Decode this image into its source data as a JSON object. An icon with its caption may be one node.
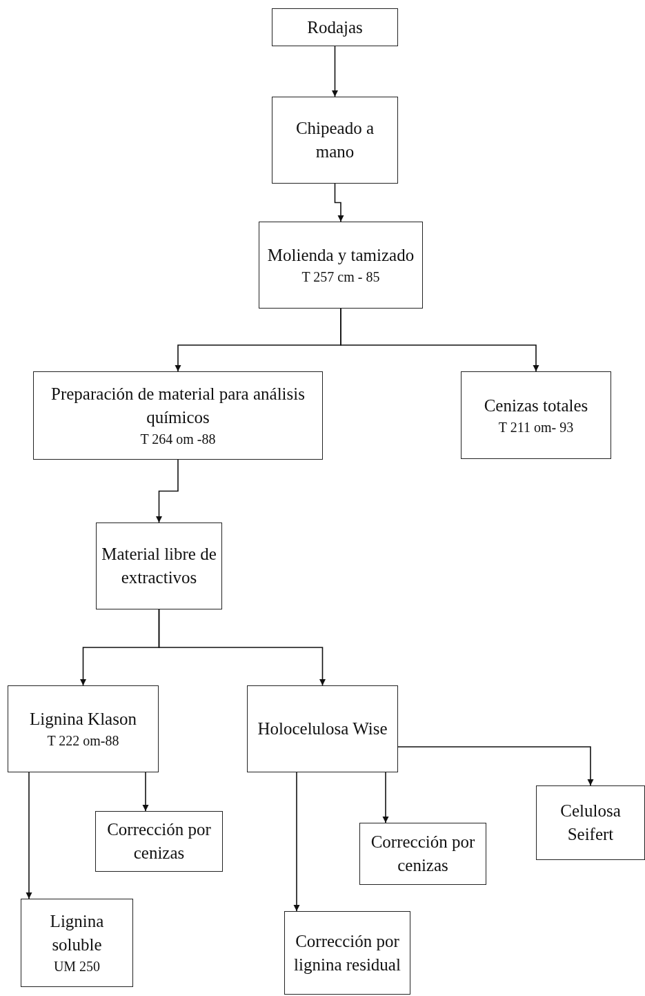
{
  "diagram": {
    "nodes": [
      {
        "text": [
          "Rodajas"
        ]
      },
      {
        "text": [
          "Chipeado a mano"
        ]
      },
      {
        "text": [
          "Molienda y tamizado",
          "T 257 cm - 85"
        ]
      },
      {
        "text": [
          "Preparación de material para análisis químicos",
          "T 264 om -88"
        ]
      },
      {
        "text": [
          "Cenizas totales",
          "T 211 om- 93"
        ]
      },
      {
        "text": [
          "Material libre de extractivos"
        ]
      },
      {
        "text": [
          "Lignina Klason",
          "T 222 om-88"
        ]
      },
      {
        "text": [
          "Holocelulosa Wise"
        ]
      },
      {
        "text": [
          "Corrección por cenizas"
        ]
      },
      {
        "text": [
          "Celulosa Seifert"
        ]
      },
      {
        "text": [
          "Corrección por cenizas"
        ]
      },
      {
        "text": [
          "Lignina soluble",
          "UM 250"
        ]
      },
      {
        "text": [
          "Corrección por lignina residual"
        ]
      }
    ],
    "edges": [
      {
        "from": 0,
        "to": 1,
        "arrow": "to"
      },
      {
        "from": 1,
        "to": 2,
        "arrow": "to"
      },
      {
        "from": 2,
        "to": 3,
        "arrow": "to"
      },
      {
        "from": 2,
        "to": 4,
        "arrow": "to"
      },
      {
        "from": 3,
        "to": 5,
        "arrow": "to"
      },
      {
        "from": 5,
        "to": 6,
        "arrow": "to"
      },
      {
        "from": 5,
        "to": 7,
        "arrow": "to"
      },
      {
        "from": 6,
        "to": 8,
        "arrow": "to"
      },
      {
        "from": 6,
        "to": 11,
        "arrow": "to"
      },
      {
        "from": 7,
        "to": 10,
        "arrow": "to"
      },
      {
        "from": 7,
        "to": 12,
        "arrow": "to"
      },
      {
        "from": 7,
        "to": 9,
        "arrow": "to"
      }
    ]
  }
}
